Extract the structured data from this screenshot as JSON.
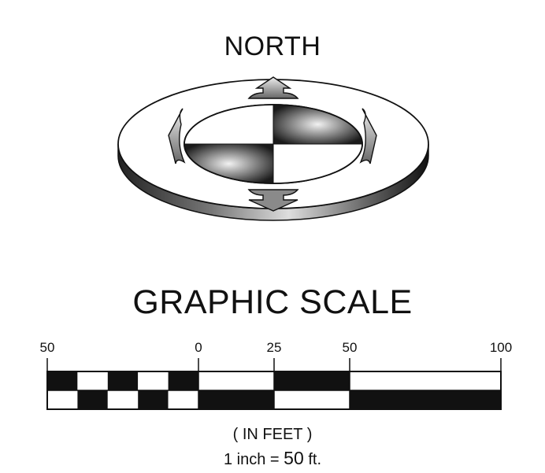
{
  "north_label": "NORTH",
  "scale_title": "GRAPHIC SCALE",
  "scale_ticks": [
    {
      "label": "50",
      "value": -50
    },
    {
      "label": "0",
      "value": 0
    },
    {
      "label": "25",
      "value": 25
    },
    {
      "label": "50",
      "value": 50
    },
    {
      "label": "100",
      "value": 100
    }
  ],
  "unit_note": "( IN FEET )",
  "ratio": {
    "prefix": "1 inch =",
    "value": "50",
    "suffix": "ft."
  },
  "colors": {
    "ink": "#111111",
    "paper": "#ffffff"
  }
}
